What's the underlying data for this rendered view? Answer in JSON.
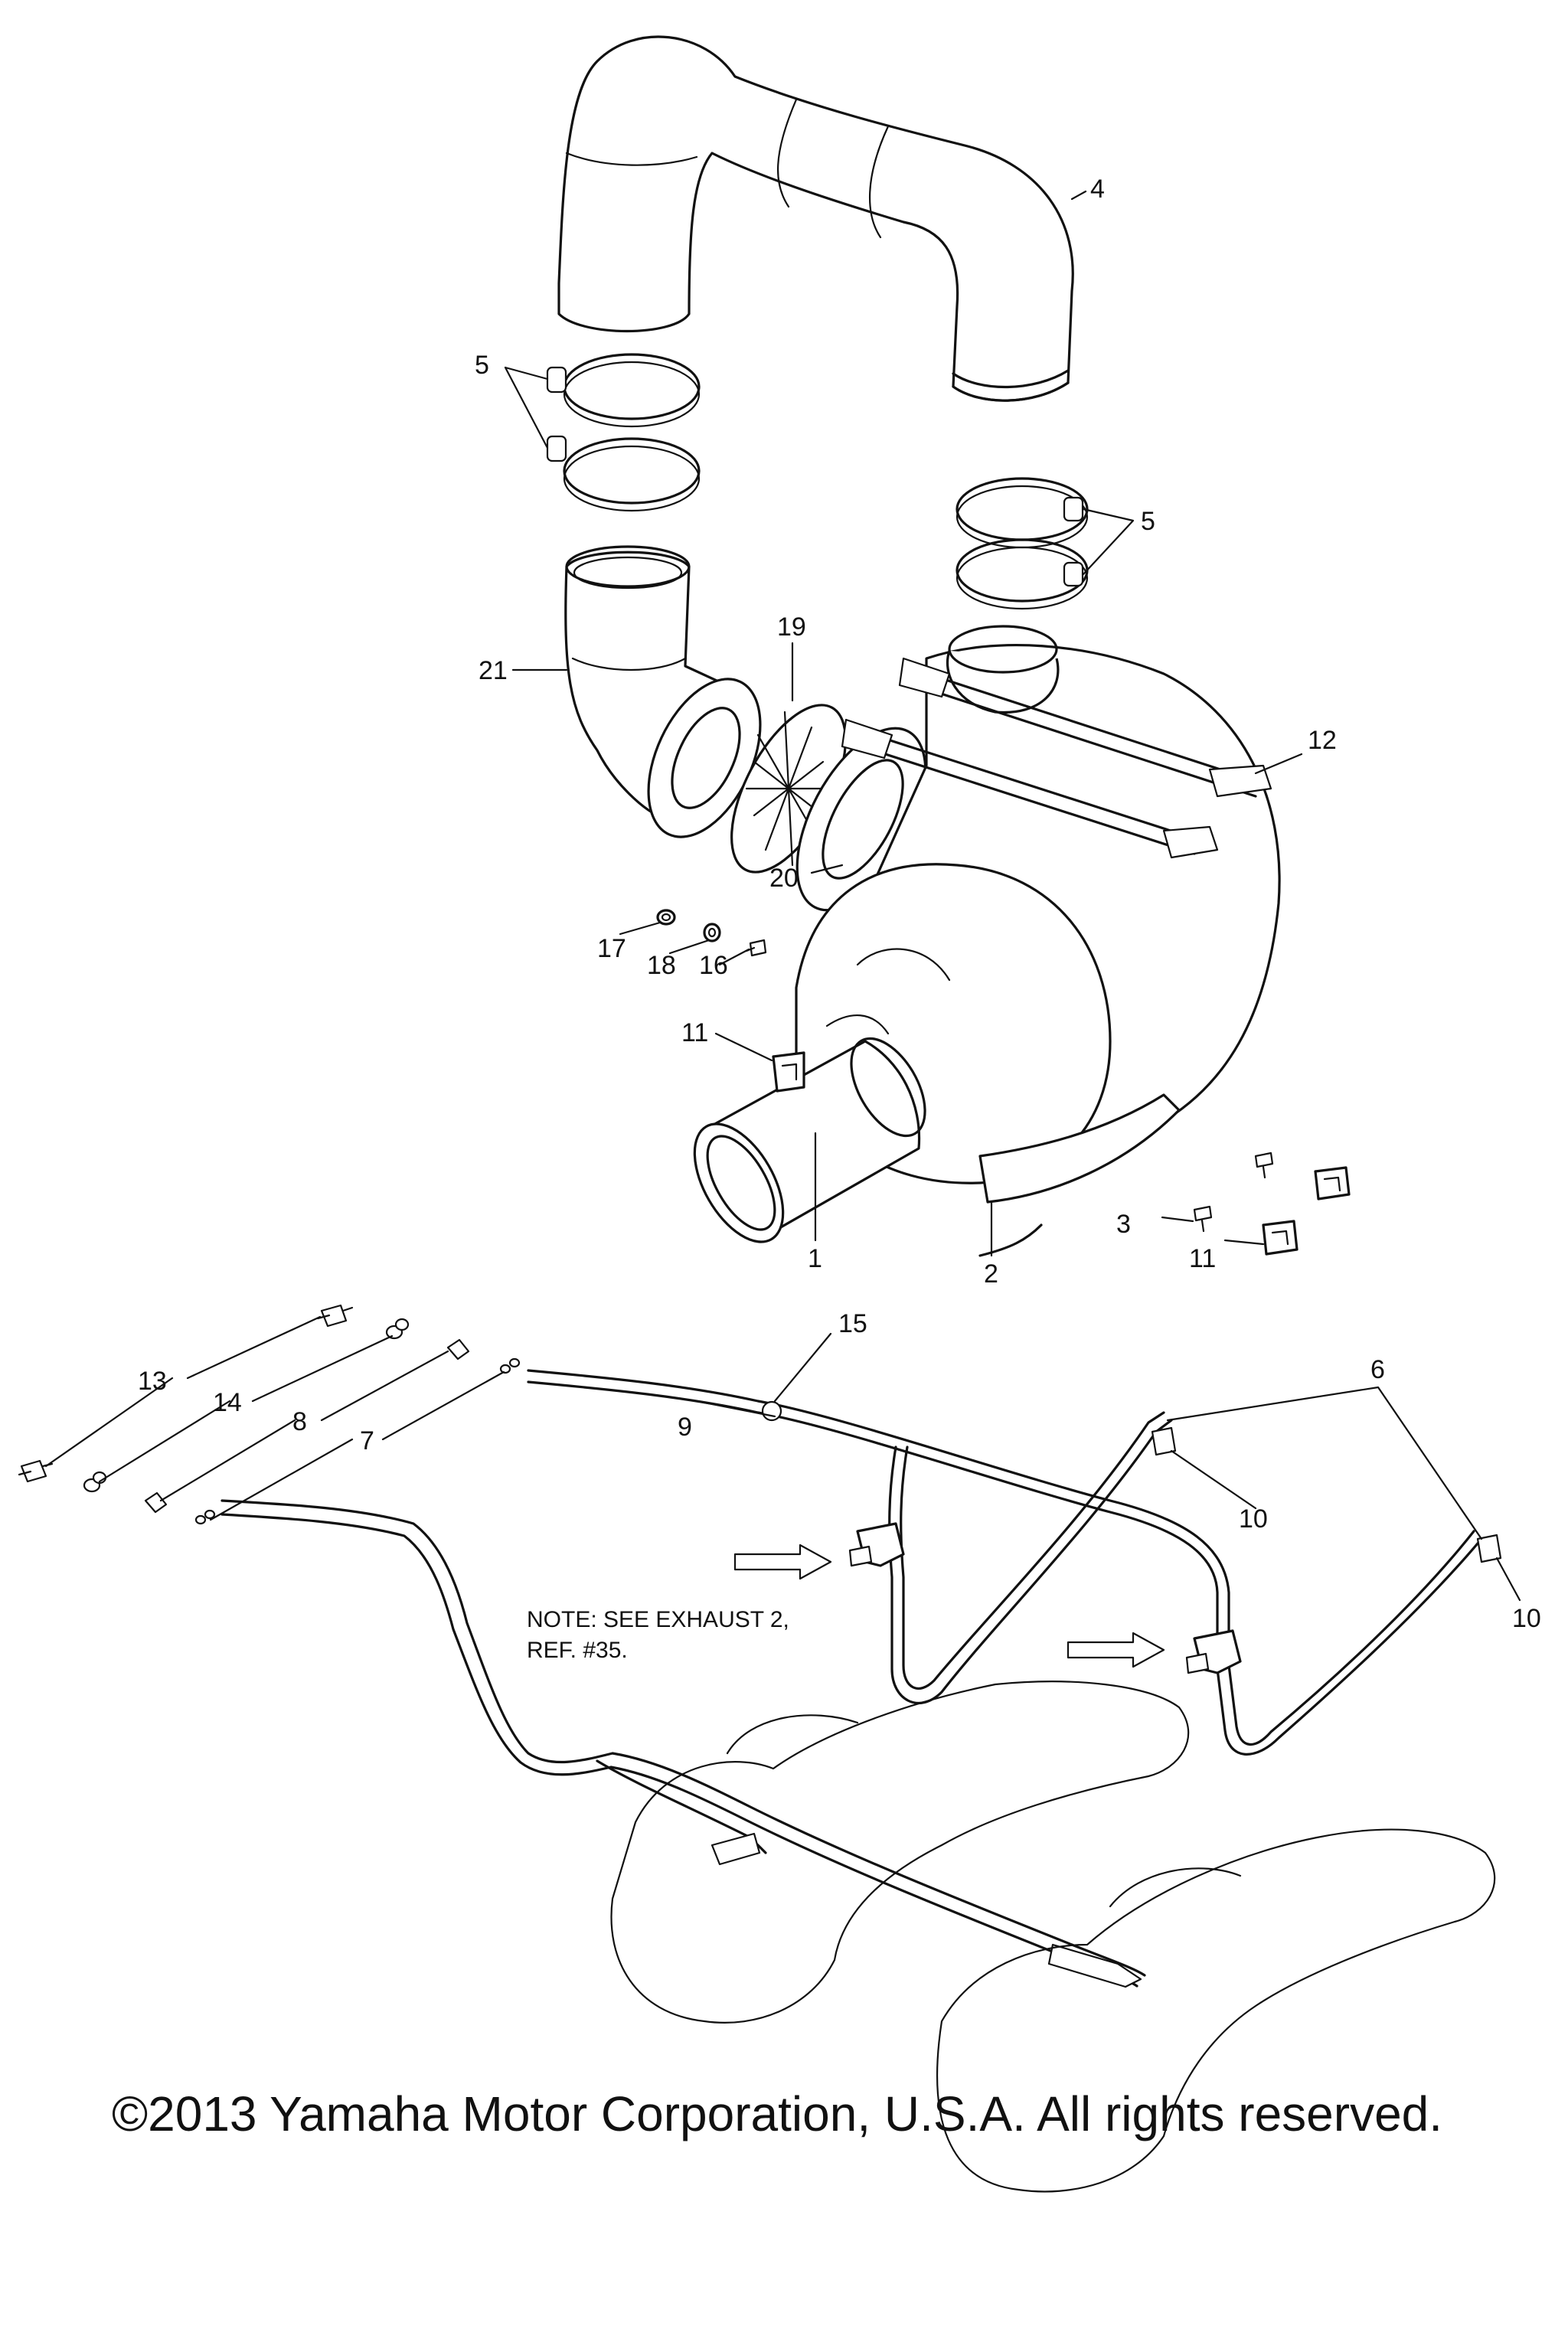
{
  "diagram": {
    "callouts": {
      "c1": "1",
      "c2": "2",
      "c3": "3",
      "c4": "4",
      "c5a": "5",
      "c5b": "5",
      "c6": "6",
      "c7": "7",
      "c8": "8",
      "c9": "9",
      "c10a": "10",
      "c10b": "10",
      "c11a": "11",
      "c11b": "11",
      "c12": "12",
      "c13": "13",
      "c14": "14",
      "c15": "15",
      "c16": "16",
      "c17": "17",
      "c18": "18",
      "c19": "19",
      "c20": "20",
      "c21": "21"
    },
    "note": {
      "line1": "NOTE: SEE EXHAUST 2,",
      "line2": "REF. #35."
    },
    "copyright": "©2013 Yamaha Motor Corporation, U.S.A. All rights reserved."
  }
}
